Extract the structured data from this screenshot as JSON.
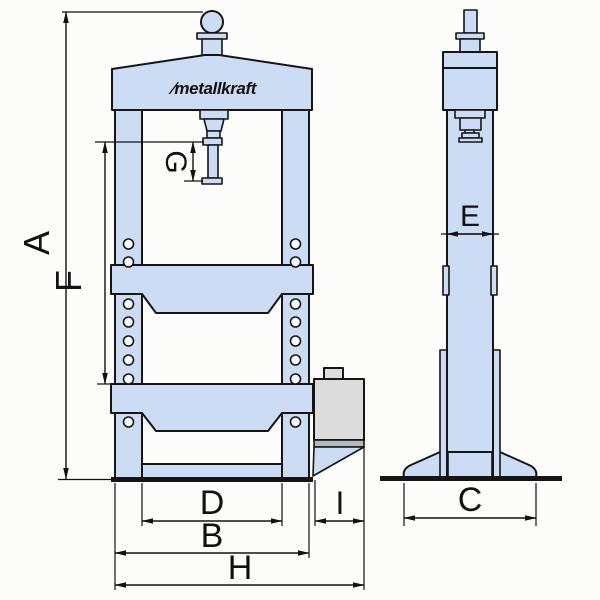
{
  "brand": {
    "logo_mark": "∕",
    "logo_text": "metallkraft"
  },
  "dim_labels": {
    "a": "A",
    "b": "B",
    "c": "C",
    "d": "D",
    "e": "E",
    "f": "F",
    "g": "G",
    "h": "H",
    "i": "I"
  },
  "colors": {
    "body_fill": "#cbdcf4",
    "outline": "#151515",
    "pump_fill": "#dcdcdc",
    "pump_band": "#b6babd",
    "background": "#fcfcfa",
    "dimension": "#111111"
  }
}
